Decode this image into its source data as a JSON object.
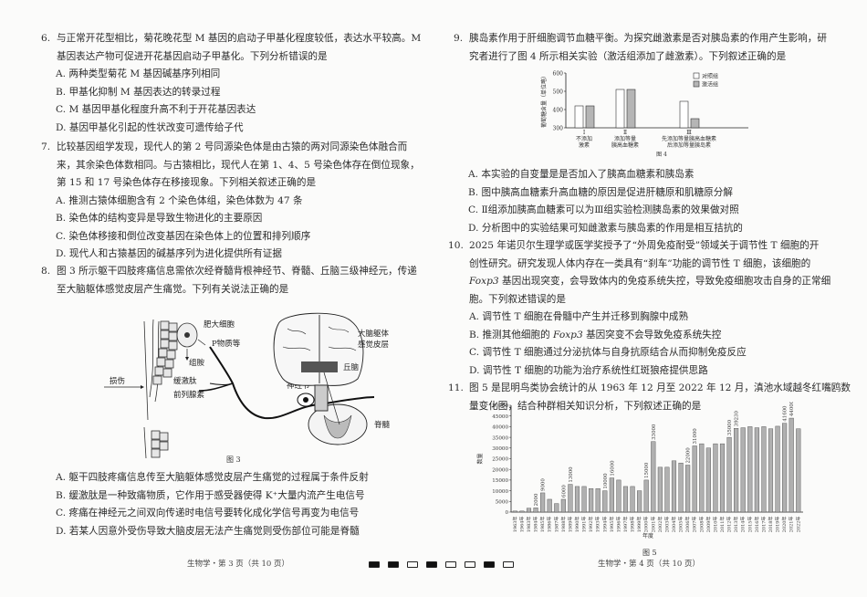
{
  "left_page": {
    "q6": {
      "number": "6.",
      "stem_lines": [
        "与正常开花型相比，菊花晚花型 M 基因的启动子甲基化程度较低，表达水平较高。M",
        "基因表达产物可促进开花基因启动子甲基化。下列分析错误的是"
      ],
      "options": [
        "A. 两种类型菊花 M 基因碱基序列相同",
        "B. 甲基化抑制 M 基因表达的转录过程",
        "C. M 基因甲基化程度升高不利于开花基因表达",
        "D. 基因甲基化引起的性状改变可遗传给子代"
      ]
    },
    "q7": {
      "number": "7.",
      "stem_lines": [
        "比较基因组学发现，现代人的第 2 号同源染色体是由古猿的两对同源染色体融合而",
        "来，其余染色体数相同。与古猿相比，现代人在第 1、4、5 号染色体存在倒位现象，",
        "第 15 和 17 号染色体存在移接现象。下列相关叙述正确的是"
      ],
      "options": [
        "A. 推测古猿体细胞含有 2 个染色体组，染色体数为 47 条",
        "B. 染色体的结构变异是导致生物进化的主要原因",
        "C. 染色体移接和倒位改变基因在染色体上的位置和排列顺序",
        "D. 现代人和古猿基因的碱基序列为进化提供所有证据"
      ]
    },
    "q8": {
      "number": "8.",
      "stem_lines": [
        "图 3 所示躯干四肢疼痛信息需依次经脊髓背根神经节、脊髓、丘脑三级神经元，传递",
        "至大脑躯体感觉皮层产生痛觉。下列有关说法正确的是"
      ],
      "options": [
        "A. 躯干四肢疼痛信息传至大脑躯体感觉皮层产生痛觉的过程属于条件反射",
        "B. 缓激肽是一种致痛物质，它作用于感受器使得 K⁺大量内流产生电信号",
        "C. 疼痛在神经元之间双向传递时电信号要转化成化学信号再变为电信号",
        "D. 若某人因意外受伤导致大脑皮层无法产生痛觉则受伤部位可能是脊髓"
      ]
    },
    "figure3": {
      "caption": "图 3",
      "labels": {
        "mast_cell": "肥大细胞",
        "substance_p": "P物质等",
        "histamine": "组胺",
        "bradykinin": "缓激肽",
        "prostaglandin": "前列腺素",
        "injury": "损伤",
        "drg": "脊髓背根",
        "drg2": "神经节",
        "cortex": "大脑躯体",
        "cortex2": "感觉皮层",
        "thalamus": "丘脑",
        "spinal_cord": "脊髓"
      }
    },
    "footer": "生物学・第 3 页（共 10 页）"
  },
  "right_page": {
    "q9": {
      "number": "9.",
      "stem_lines": [
        "胰岛素作用于肝细胞调节血糖平衡。为探究雌激素是否对胰岛素的作用产生影响，研",
        "究者进行了图 4 所示相关实验（激活组添加了雌激素）。下列叙述正确的是"
      ],
      "options": [
        "A. 本实验的自变量是是否加入了胰高血糖素和胰岛素",
        "B. 图中胰高血糖素升高血糖的原因是促进肝糖原和肌糖原分解",
        "C. Ⅱ组添加胰高血糖素可以为Ⅲ组实验检测胰岛素的效果做对照",
        "D. 分析图中的实验结果可知雌激素与胰岛素的作用是相互拮抗的"
      ]
    },
    "q10": {
      "number": "10.",
      "stem_lines": [
        "2025 年诺贝尔生理学或医学奖授予了“外周免疫耐受”领域关于调节性 T 细胞的开",
        "创性研究。研究发现人体内存在一类具有“刹车”功能的调节性 T 细胞，该细胞的"
      ],
      "stem_line3_italic": "Foxp3",
      "stem_line3_rest": " 基因出现突变，会导致体内的免疫系统失控，导致免疫细胞攻击自身的正常细",
      "stem_line4": "胞。下列叙述错误的是",
      "options": [
        "A. 调节性 T 细胞在骨髓中产生并迁移到胸腺中成熟",
        "B. 推测其他细胞的 Foxp3 基因突变不会导致免疫系统失控",
        "C. 调节性 T 细胞通过分泌抗体与自身抗原结合从而抑制免疫反应",
        "D. 调节性 T 细胞的功能为治疗系统性红斑狼疮提供思路"
      ],
      "option_b_prefix": "B. 推测其他细胞的 ",
      "option_b_italic": "Foxp3",
      "option_b_suffix": " 基因突变不会导致免疫系统失控"
    },
    "q11": {
      "number": "11.",
      "stem_lines": [
        "图 5 是昆明鸟类协会统计的从 1963 年 12 月至 2022 年 12 月，滇池水域越冬红嘴鸥数",
        "量变化图，结合种群相关知识分析，下列叙述正确的是"
      ]
    },
    "figure4_caption": "图 4",
    "figure5_caption": "图 5",
    "footer": "生物学・第 4 页（共 10 页）"
  },
  "page_marks": [
    true,
    true,
    false,
    true,
    false,
    false,
    true,
    false
  ],
  "chart_data": [
    {
      "type": "bar",
      "title": "图 4",
      "ylabel": "葡萄糖含量（单位略）",
      "ylim": [
        300,
        600
      ],
      "yticks": [
        300,
        400,
        500,
        600
      ],
      "categories": [
        "Ⅰ 不添加激素",
        "Ⅱ 添加等量胰高血糖素",
        "Ⅲ 先添加等量胰高血糖素后添加等量胰岛素"
      ],
      "category_numerals": [
        "Ⅰ",
        "Ⅱ",
        "Ⅲ"
      ],
      "category_lines": [
        [
          "不添加",
          "激素"
        ],
        [
          "添加等量",
          "胰高血糖素"
        ],
        [
          "先添加等量胰高血糖素",
          "后添加等量胰岛素"
        ]
      ],
      "series": [
        {
          "name": "对照组",
          "color": "#ffffff",
          "values": [
            420,
            510,
            445
          ]
        },
        {
          "name": "激活组",
          "color": "#b5b5b5",
          "values": [
            420,
            510,
            350
          ]
        }
      ],
      "legend_position": "upper right"
    },
    {
      "type": "bar",
      "title": "图 5",
      "xlabel": "年度",
      "ylabel": "数量",
      "ylim": [
        0,
        50000
      ],
      "yticks": [
        0,
        5000,
        10000,
        15000,
        20000,
        25000,
        30000,
        35000,
        40000,
        45000,
        50000
      ],
      "categories": [
        "1963年",
        "1964年",
        "1983年",
        "1984年",
        "1985年",
        "1986年",
        "1987年",
        "1988年",
        "1989年",
        "1990年",
        "1991年",
        "1992年",
        "1993年",
        "1994年",
        "1995年",
        "1996年",
        "1997年",
        "1998年",
        "1999年",
        "2000年",
        "2001年",
        "2002年",
        "2003年",
        "2004年",
        "2005年",
        "2006年",
        "2007年",
        "2008年",
        "2009年",
        "2010年",
        "2011年",
        "2012年",
        "2013年",
        "2014年",
        "2015年",
        "2016年",
        "2017年",
        "2018年",
        "2019年",
        "2020年",
        "2021年",
        "2022年"
      ],
      "values": [
        500,
        500,
        1800,
        2000,
        9000,
        6000,
        4000,
        6000,
        13000,
        12000,
        12000,
        11000,
        11000,
        10000,
        16000,
        15000,
        12000,
        12000,
        10000,
        15000,
        33000,
        21000,
        21000,
        24000,
        23000,
        22000,
        31000,
        32000,
        30000,
        32000,
        32000,
        35000,
        39230,
        39500,
        40000,
        39500,
        40000,
        39000,
        40200,
        41600,
        44000,
        39000
      ],
      "data_labels": {
        "1984年": "2000",
        "1985年": "9000",
        "1988年": "6000",
        "1989年": "13000",
        "1994年": "10000",
        "1995年": "16000",
        "2000年": "15000",
        "2001年": "33000",
        "2006年": "22000",
        "2007年": "31000",
        "2012年": "35000",
        "2013年": "39230",
        "2020年": "41600",
        "2021年": "44000"
      },
      "bar_color": "#b0b0b0"
    }
  ]
}
